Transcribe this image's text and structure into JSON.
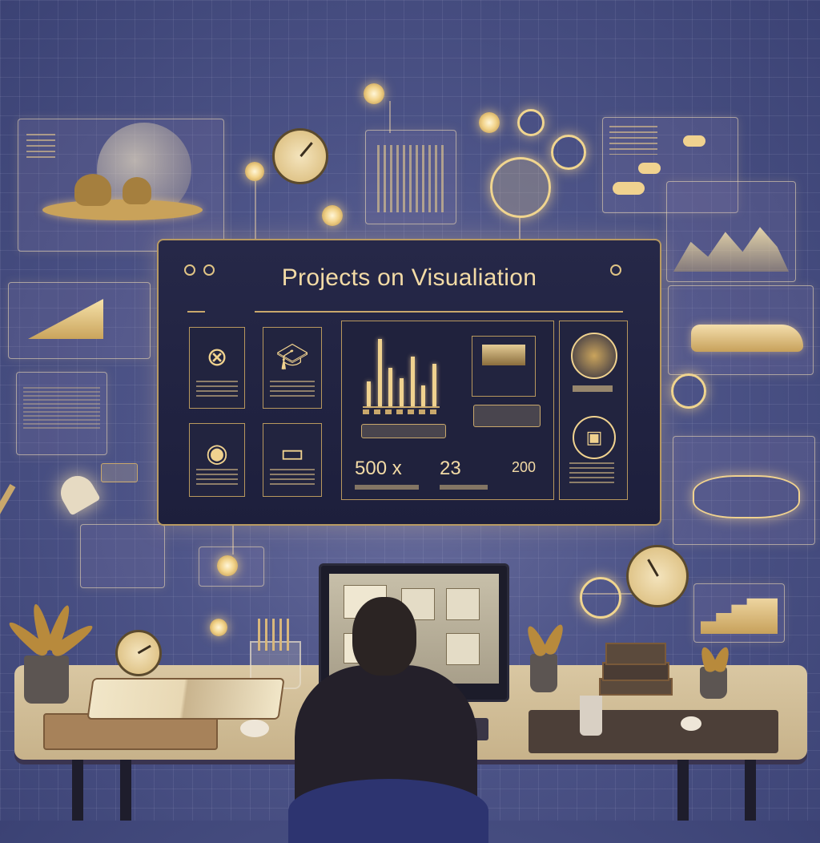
{
  "dashboard": {
    "title": "Projects on Visualiation",
    "stats": [
      {
        "value": "500 x"
      },
      {
        "value": "23"
      },
      {
        "value": "200"
      }
    ],
    "icons": [
      "close-icon",
      "graduation-cap-icon",
      "record-icon",
      "open-book-icon",
      "globe-icon",
      "lock-icon"
    ],
    "chart_bar_levels": [
      0.35,
      0.95,
      0.55,
      0.4,
      0.7,
      0.3,
      0.6
    ]
  },
  "colors": {
    "background": "#4d5488",
    "panel_dark": "#1d1f3c",
    "accent_gold": "#f0d28f",
    "desk": "#d9c7a2"
  }
}
